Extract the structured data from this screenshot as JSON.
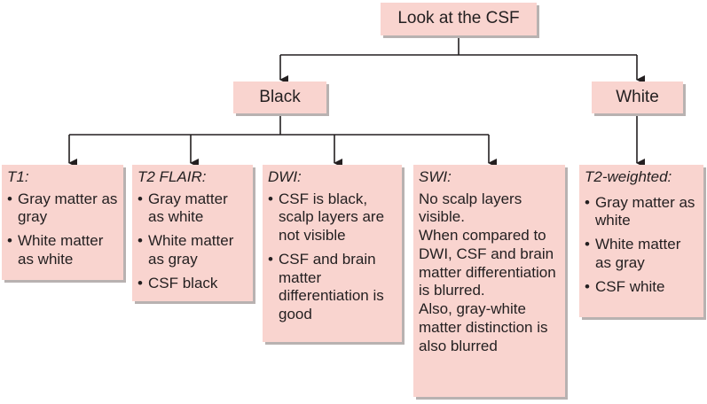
{
  "root": {
    "label": "Look at the CSF"
  },
  "branches": {
    "black": {
      "label": "Black"
    },
    "white": {
      "label": "White"
    }
  },
  "leaves": {
    "t1": {
      "heading": "T1:",
      "items": [
        "Gray matter as gray",
        "White matter as white"
      ]
    },
    "t2flair": {
      "heading": "T2 FLAIR:",
      "items": [
        "Gray matter as white",
        "White matter as gray",
        "CSF black"
      ]
    },
    "dwi": {
      "heading": "DWI:",
      "items": [
        "CSF is black, scalp layers are not visible",
        "CSF and brain matter differentiation is good"
      ]
    },
    "swi": {
      "heading": "SWI:",
      "lines": [
        "No scalp layers visible.",
        "When compared to DWI, CSF and brain matter differentiation is blurred.",
        "Also, gray-white matter distinction is also blurred"
      ]
    },
    "t2w": {
      "heading": "T2-weighted:",
      "items": [
        "Gray matter as white",
        "White matter as gray",
        "CSF white"
      ]
    }
  }
}
